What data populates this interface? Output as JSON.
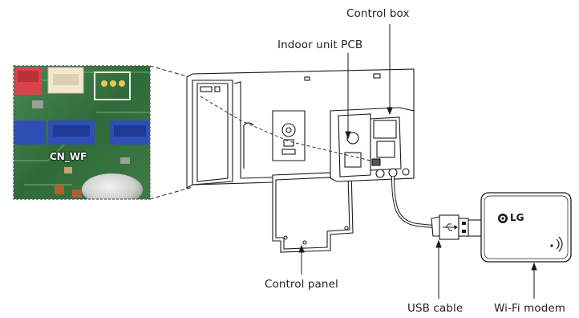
{
  "labels": {
    "control_box": "Control box",
    "indoor_pcb": "Indoor unit PCB",
    "control_panel": "Control panel",
    "usb_cable": "USB cable",
    "wifi_modem": "Wi-Fi modem",
    "connector": "CN_WF"
  },
  "modem": {
    "brand": "LG"
  },
  "icons": [
    "usb-icon",
    "wifi-signal-icon",
    "lg-logo"
  ],
  "colors": {
    "line": "#1a1a1a",
    "pcb_green": "#3f7a45",
    "connector_blue": "#2f4fb5",
    "connector_red": "#d8444b"
  }
}
